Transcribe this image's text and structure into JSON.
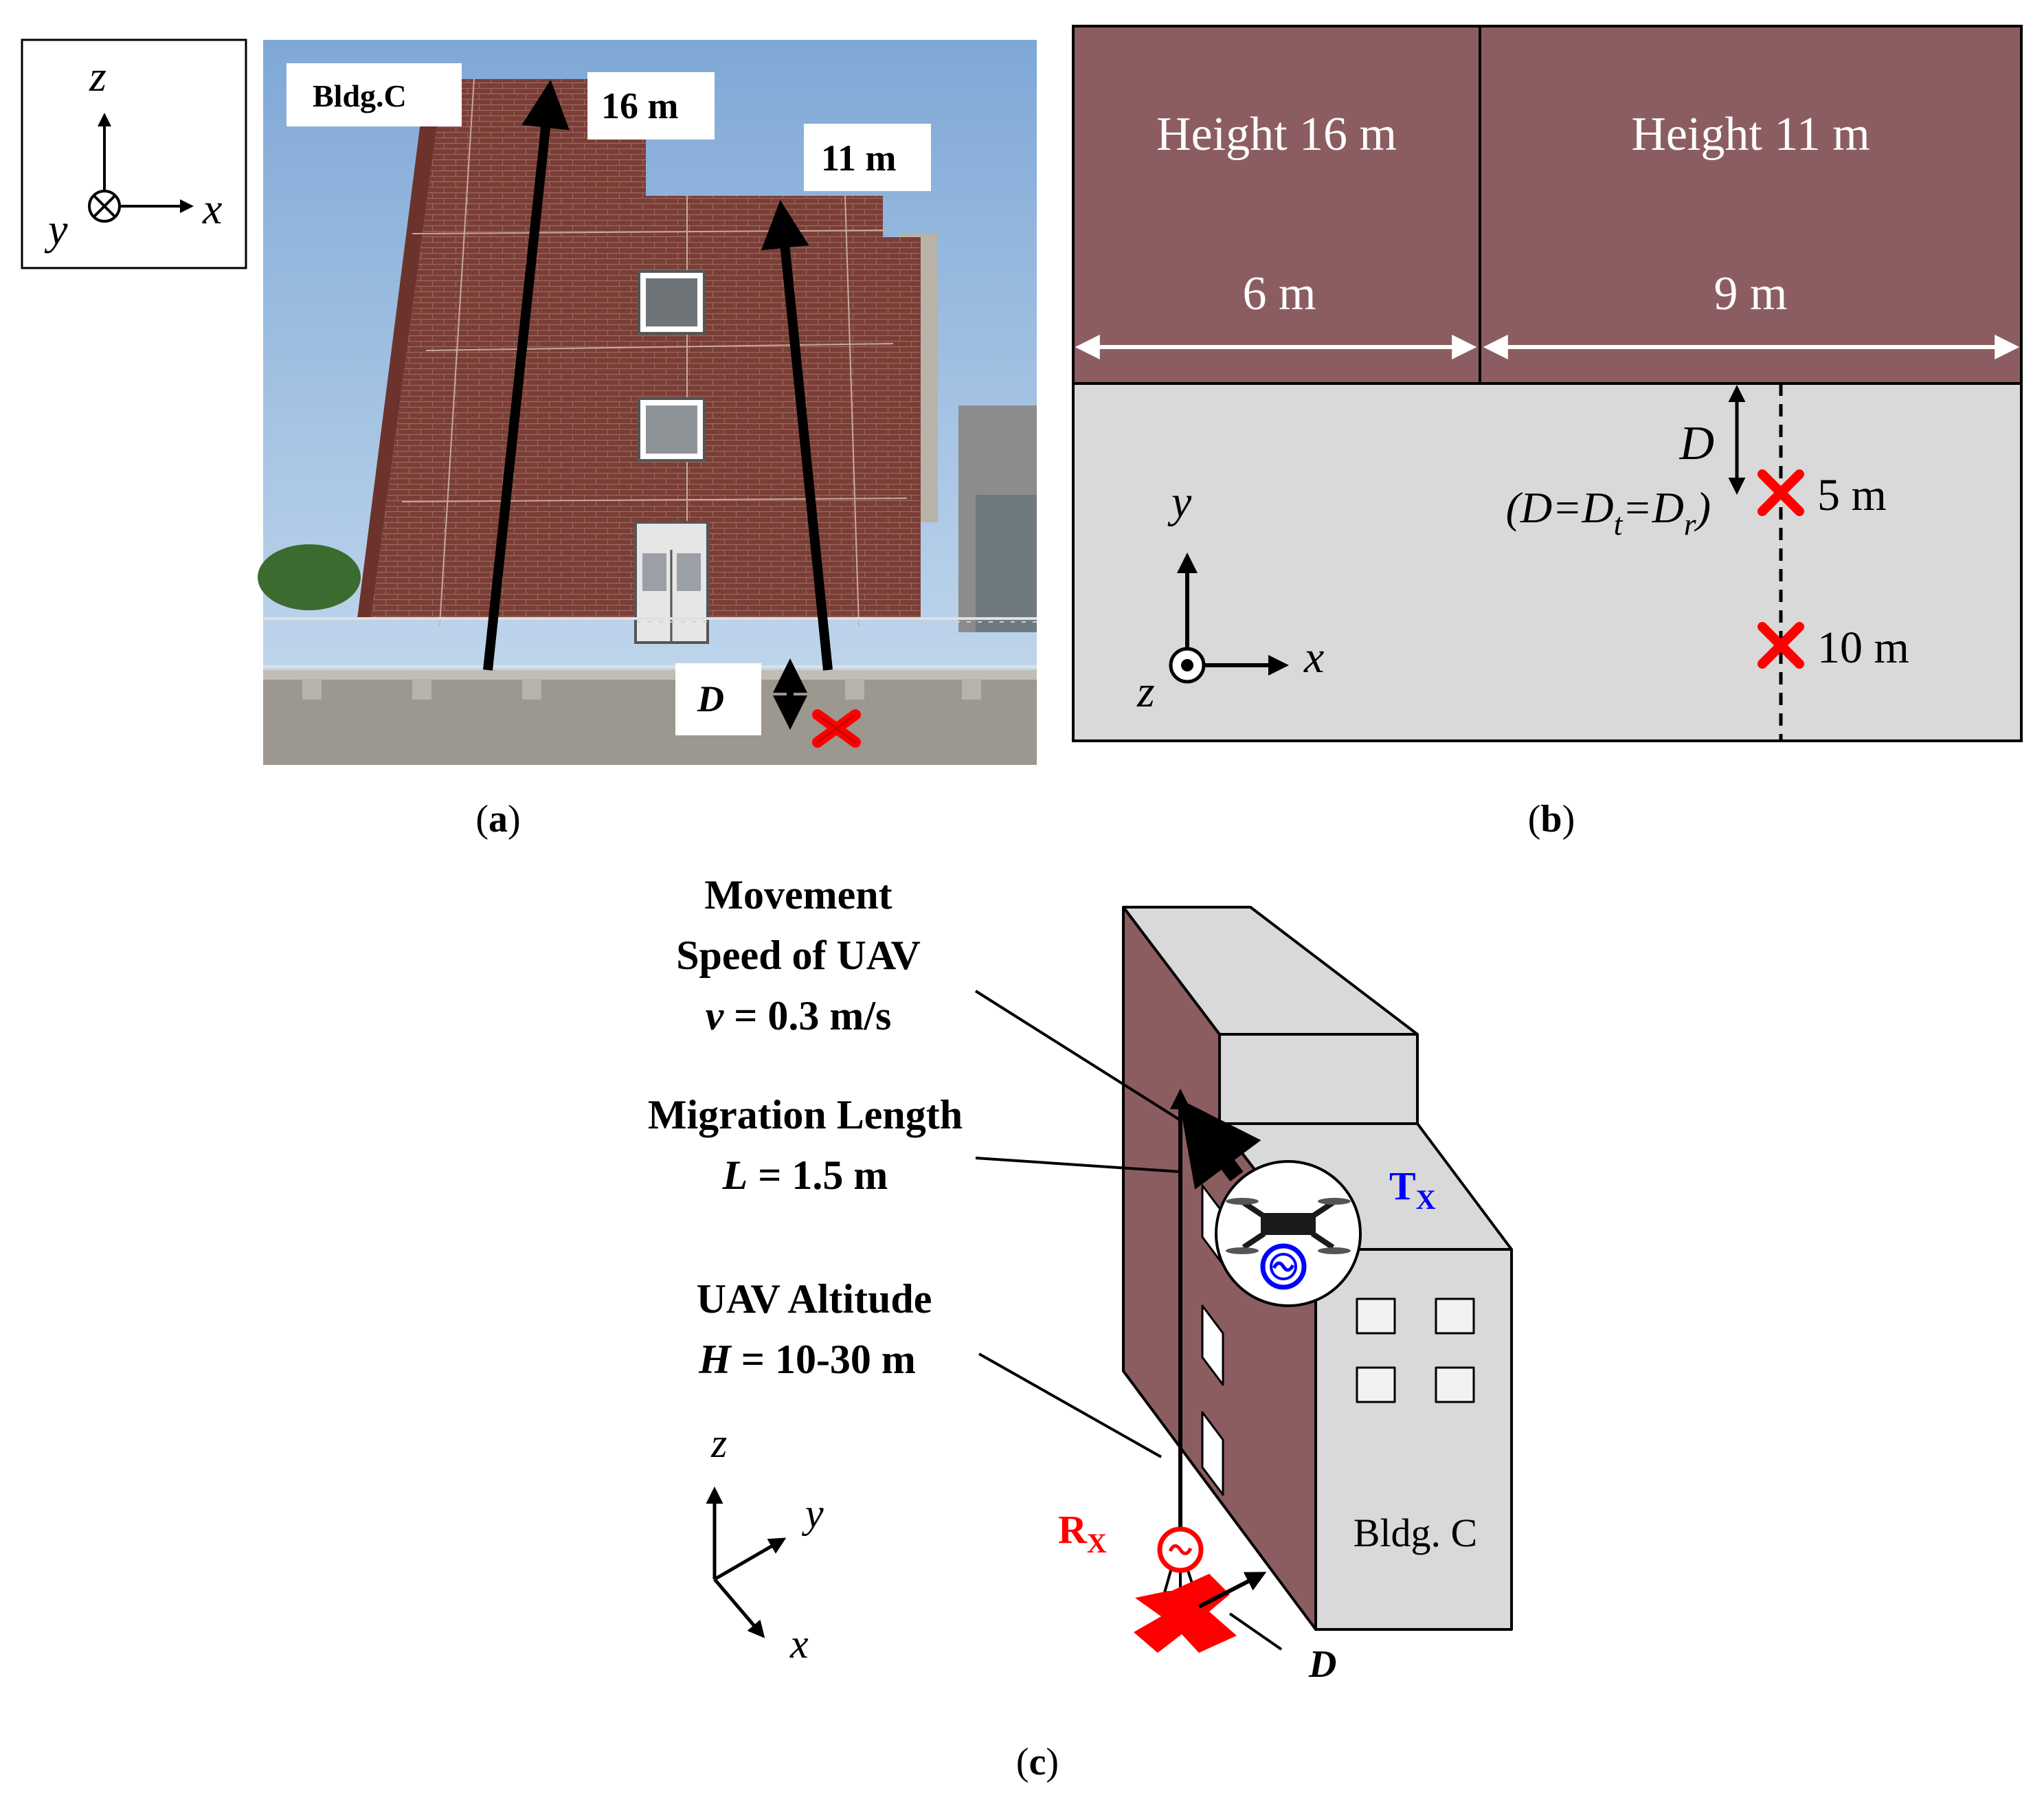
{
  "panel_a": {
    "axes": {
      "z": "z",
      "y": "y",
      "x": "x"
    },
    "building_label": "Bldg.C",
    "height_tall": "16 m",
    "height_short": "11 m",
    "distance_label": "D",
    "caption": {
      "open": "(",
      "letter": "a",
      "close": ")"
    }
  },
  "panel_b": {
    "section_left": {
      "height": "Height 16 m",
      "width": "6 m"
    },
    "section_right": {
      "height": "Height 11 m",
      "width": "9 m"
    },
    "distance": {
      "symbol": "D",
      "eq_pre": "(D=D",
      "sub_t": "t",
      "eq_mid": "=D",
      "sub_r": "r",
      "eq_close": ")"
    },
    "markers": [
      "5 m",
      "10 m"
    ],
    "axes": {
      "y": "y",
      "x": "x",
      "z": "z"
    },
    "caption": {
      "open": "(",
      "letter": "b",
      "close": ")"
    }
  },
  "panel_c": {
    "speed": {
      "line1": "Movement",
      "line2": "Speed of UAV",
      "sym": "v",
      "value": " = 0.3 m/s"
    },
    "migration": {
      "line1": "Migration Length",
      "sym": "L",
      "value": " = 1.5 m"
    },
    "altitude": {
      "line1": "UAV Altitude",
      "sym": "H",
      "value": " = 10-30 m"
    },
    "tx": {
      "main": "T",
      "sub": "X"
    },
    "rx": {
      "main": "R",
      "sub": "X"
    },
    "distance_label": "D",
    "building_label": "Bldg. C",
    "axes": {
      "z": "z",
      "y": "y",
      "x": "x"
    },
    "caption": {
      "open": "(",
      "letter": "c",
      "close": ")"
    }
  },
  "colors": {
    "brick": "#8b5d61",
    "brick_dark": "#6e3b33",
    "ground_gray": "#d9d9d9",
    "marker_red": "#ff0000",
    "tx_blue": "#0000ff",
    "sky": "#9dbfe0"
  }
}
